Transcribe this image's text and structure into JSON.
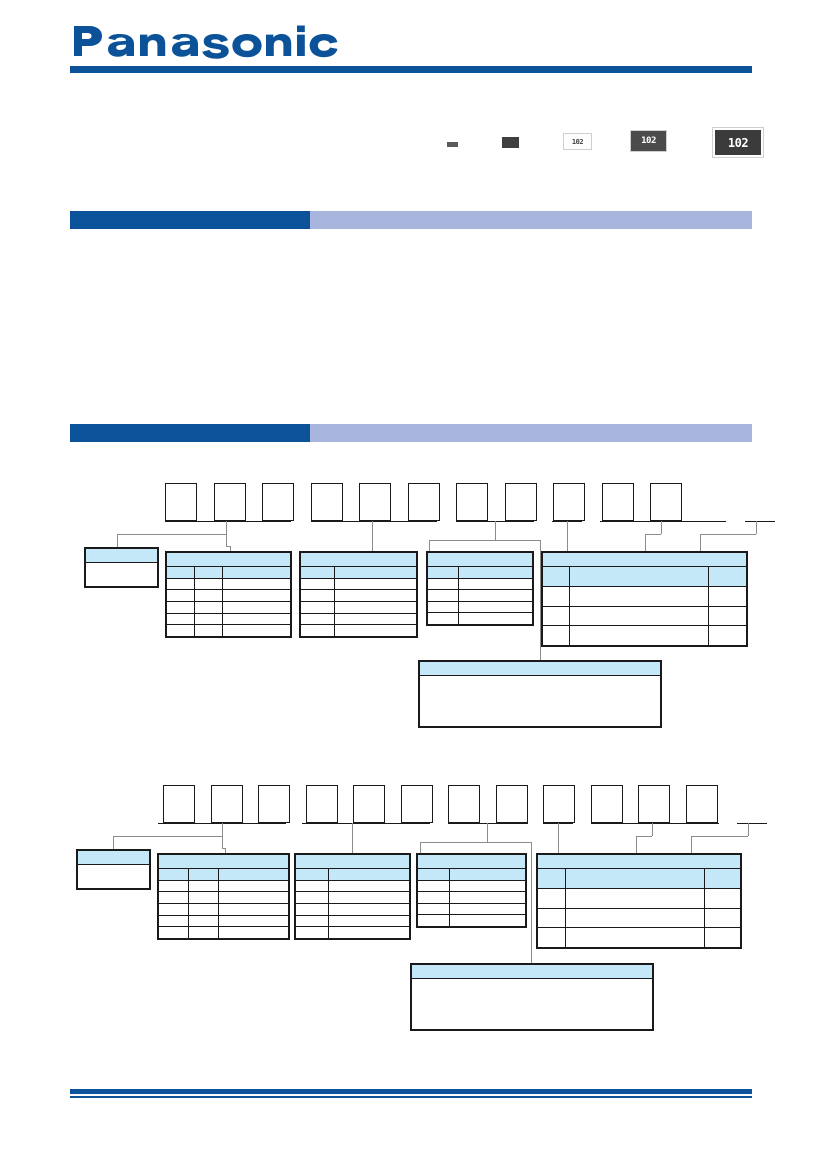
{
  "document": {
    "brand": "Panasonic",
    "brand_color": "#0B5299",
    "accent_light": "#A8B6DE",
    "table_header_color": "#C5E8F8"
  },
  "product_images": [
    {
      "name": "chip-size-1",
      "code": ""
    },
    {
      "name": "chip-size-2",
      "code": ""
    },
    {
      "name": "chip-size-3",
      "code": "102"
    },
    {
      "name": "chip-size-4",
      "code": "102"
    },
    {
      "name": "chip-size-5",
      "code": "102"
    }
  ],
  "sections": [
    {
      "id": "section-1",
      "title": ""
    },
    {
      "id": "section-2",
      "title": ""
    }
  ],
  "diagram1": {
    "boxes": [
      "",
      "",
      "",
      "",
      "",
      "",
      "",
      "",
      "",
      "",
      ""
    ],
    "tables": [
      {
        "name": "table-1-a",
        "caption": "",
        "columns": [],
        "rows": [
          [
            ""
          ]
        ]
      },
      {
        "name": "table-1-b",
        "caption": "",
        "columns": [
          "",
          "",
          ""
        ],
        "rows": [
          [
            "",
            "",
            ""
          ],
          [
            "",
            "",
            ""
          ],
          [
            "",
            "",
            ""
          ],
          [
            "",
            "",
            ""
          ],
          [
            "",
            "",
            ""
          ]
        ]
      },
      {
        "name": "table-1-c",
        "caption": "",
        "columns": [
          "",
          ""
        ],
        "rows": [
          [
            "",
            ""
          ],
          [
            "",
            ""
          ],
          [
            "",
            ""
          ],
          [
            "",
            ""
          ],
          [
            "",
            ""
          ]
        ]
      },
      {
        "name": "table-1-d",
        "caption": "",
        "columns": [
          "",
          ""
        ],
        "rows": [
          [
            "",
            ""
          ],
          [
            "",
            ""
          ],
          [
            "",
            ""
          ],
          [
            "",
            ""
          ]
        ]
      },
      {
        "name": "table-1-e",
        "caption": "",
        "columns": [
          "",
          "",
          ""
        ],
        "rows": [
          [
            "",
            "",
            ""
          ],
          [
            "",
            "",
            ""
          ],
          [
            "",
            "",
            ""
          ]
        ]
      },
      {
        "name": "table-1-note",
        "caption": "",
        "columns": [],
        "rows": [
          [
            ""
          ]
        ]
      }
    ]
  },
  "diagram2": {
    "boxes": [
      "",
      "",
      "",
      "",
      "",
      "",
      "",
      "",
      "",
      "",
      "",
      ""
    ],
    "tables": [
      {
        "name": "table-2-a",
        "caption": "",
        "columns": [],
        "rows": [
          [
            ""
          ]
        ]
      },
      {
        "name": "table-2-b",
        "caption": "",
        "columns": [
          "",
          "",
          ""
        ],
        "rows": [
          [
            "",
            "",
            ""
          ],
          [
            "",
            "",
            ""
          ],
          [
            "",
            "",
            ""
          ],
          [
            "",
            "",
            ""
          ],
          [
            "",
            "",
            ""
          ]
        ]
      },
      {
        "name": "table-2-c",
        "caption": "",
        "columns": [
          "",
          ""
        ],
        "rows": [
          [
            "",
            ""
          ],
          [
            "",
            ""
          ],
          [
            "",
            ""
          ],
          [
            "",
            ""
          ],
          [
            "",
            ""
          ]
        ]
      },
      {
        "name": "table-2-d",
        "caption": "",
        "columns": [
          "",
          ""
        ],
        "rows": [
          [
            "",
            ""
          ],
          [
            "",
            ""
          ],
          [
            "",
            ""
          ],
          [
            "",
            ""
          ]
        ]
      },
      {
        "name": "table-2-e",
        "caption": "",
        "columns": [
          "",
          "",
          ""
        ],
        "rows": [
          [
            "",
            "",
            ""
          ],
          [
            "",
            "",
            ""
          ],
          [
            "",
            "",
            ""
          ]
        ]
      },
      {
        "name": "table-2-note",
        "caption": "",
        "columns": [],
        "rows": [
          [
            ""
          ]
        ]
      }
    ]
  },
  "footer": {
    "text": ""
  }
}
